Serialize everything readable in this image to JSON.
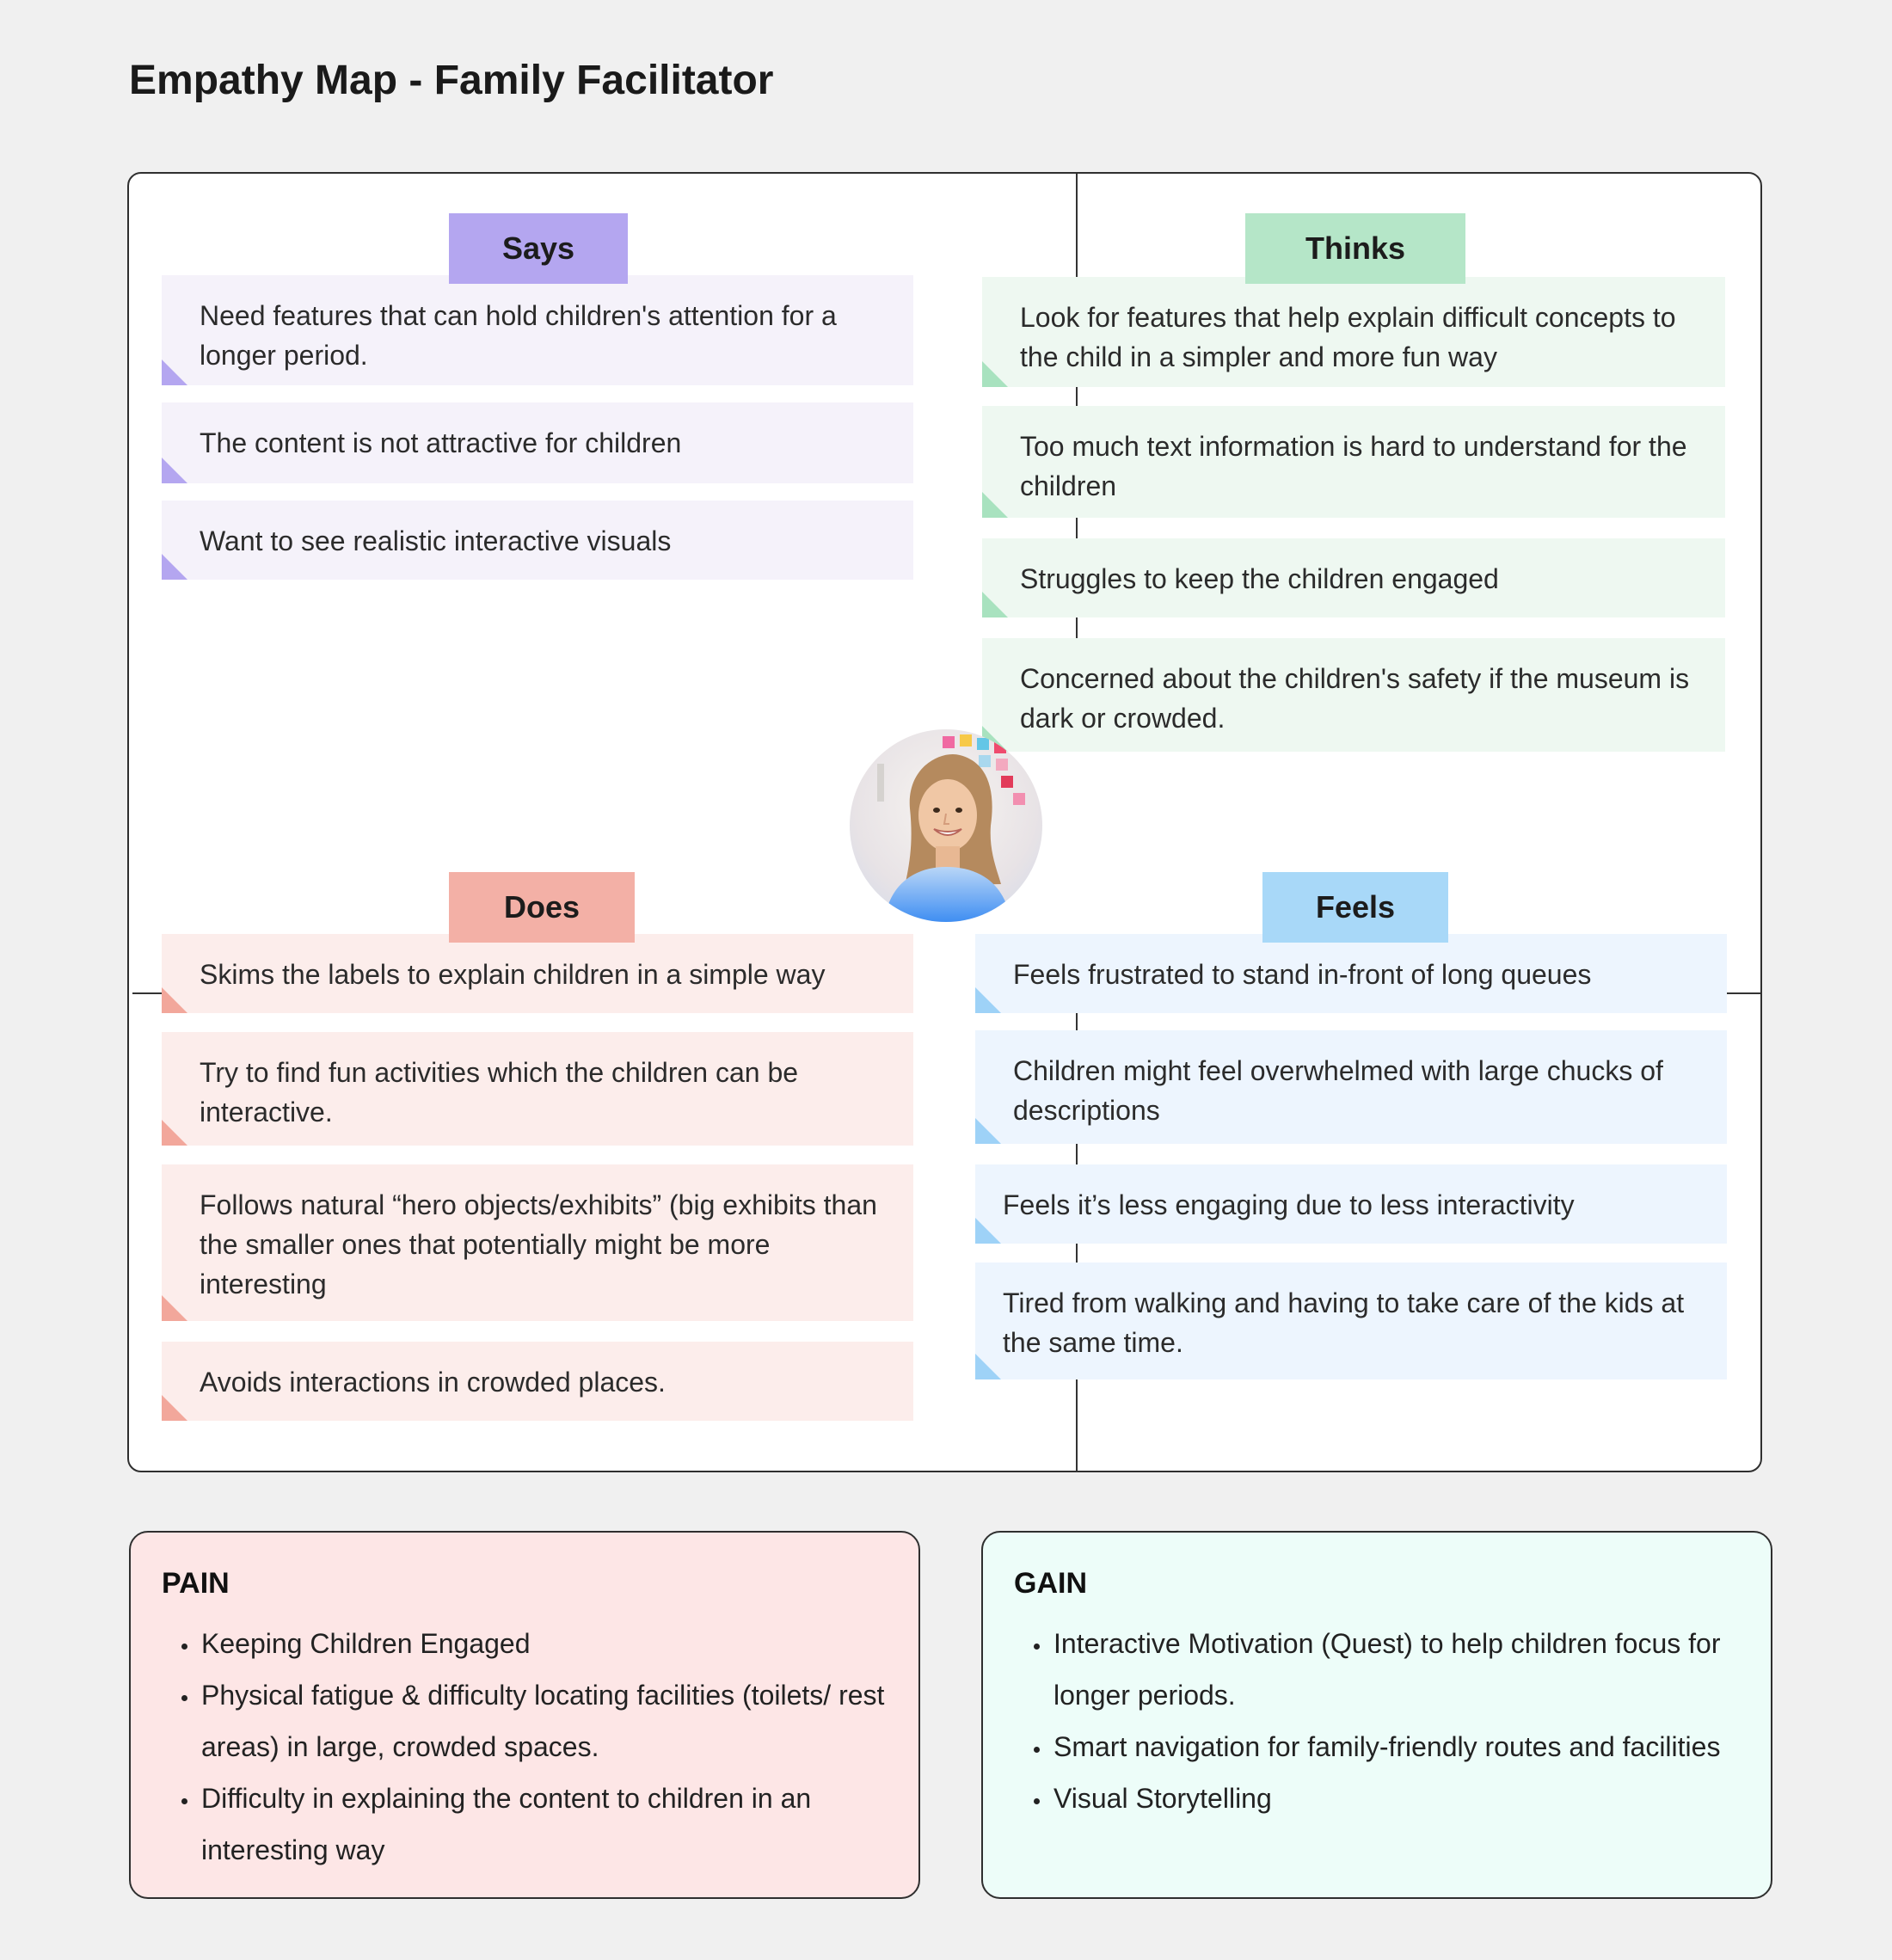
{
  "title": "Empathy Map - Family Facilitator",
  "colors": {
    "says": "#b4a6f0",
    "thinks": "#b5e6c8",
    "does": "#f3b0a6",
    "feels": "#a8d8f8",
    "pain_bg": "#fde6e6",
    "gain_bg": "#edfdf9"
  },
  "says": {
    "label": "Says",
    "notes": [
      "Need features that can hold children's attention for a longer period.",
      "The content is not attractive for children",
      "Want to see realistic interactive visuals"
    ]
  },
  "thinks": {
    "label": "Thinks",
    "notes": [
      "Look for features that help explain difficult concepts to the child in a simpler and more fun way",
      "Too much text information is hard to understand for the children",
      "Struggles to keep the children engaged",
      "Concerned about the children's safety if the museum is dark or crowded."
    ]
  },
  "does": {
    "label": "Does",
    "notes": [
      "Skims the labels to explain children in a simple way",
      "Try to find fun activities which the children can be interactive.",
      "Follows natural “hero objects/exhibits” (big exhibits than the smaller ones that potentially might be more interesting",
      "Avoids interactions in crowded places."
    ]
  },
  "feels": {
    "label": "Feels",
    "notes": [
      "Feels frustrated to stand in-front of long queues",
      "Children might feel overwhelmed with large chucks of descriptions",
      "Feels it’s less engaging due to less interactivity",
      "Tired from walking and having to take care of the kids at the same time."
    ]
  },
  "pain": {
    "heading": "PAIN",
    "items": [
      "Keeping Children Engaged",
      "Physical fatigue & difficulty locating facilities (toilets/ rest areas) in large, crowded spaces.",
      "Difficulty in explaining the content to children in an interesting way"
    ]
  },
  "gain": {
    "heading": "GAIN",
    "items": [
      "Interactive Motivation (Quest) to help children focus for longer periods.",
      "Smart navigation for family-friendly routes and facilities",
      "Visual Storytelling"
    ]
  }
}
